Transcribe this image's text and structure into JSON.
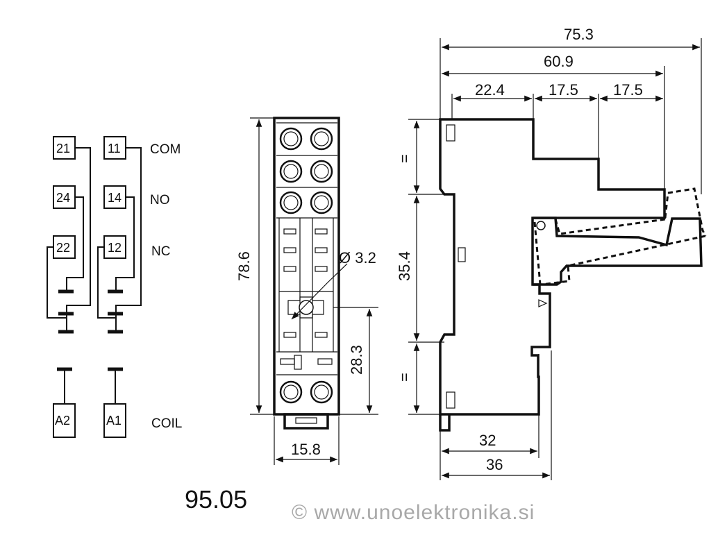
{
  "title": "95.05",
  "watermark": "© www.unoelektronika.si",
  "schematic": {
    "contacts": [
      {
        "label": "21"
      },
      {
        "label": "24"
      },
      {
        "label": "22"
      },
      {
        "label": "11"
      },
      {
        "label": "14"
      },
      {
        "label": "12"
      }
    ],
    "terminal_labels": {
      "com": "COM",
      "no": "NO",
      "nc": "NC",
      "coil": "COIL"
    },
    "coil": [
      {
        "label": "A2"
      },
      {
        "label": "A1"
      }
    ]
  },
  "front_view": {
    "height": "78.6",
    "width": "15.8",
    "hole_diameter": "Ø 3.2",
    "hole_offset": "28.3",
    "din_span": "35.4",
    "equal_mark": "="
  },
  "side_view": {
    "total_length": "75.3",
    "length_2": "60.9",
    "step_1": "22.4",
    "step_2": "17.5",
    "step_3": "17.5",
    "depth_1": "32",
    "depth_2": "36"
  }
}
